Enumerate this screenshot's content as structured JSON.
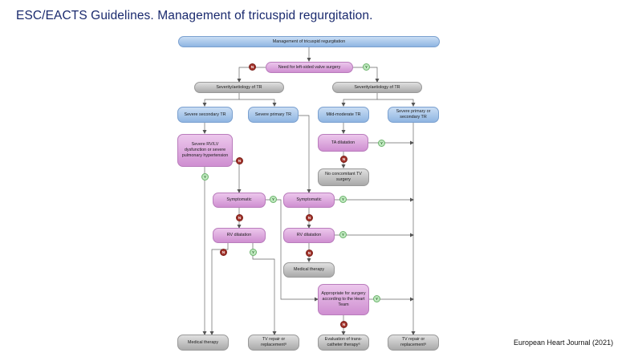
{
  "title": "ESC/EACTS Guidelines.  Management  of tricuspid regurgitation.",
  "source": "European Heart Journal (2021)",
  "badges": {
    "no": "N",
    "yes": "Y"
  },
  "colors": {
    "blue_node": "#8fb5e2",
    "grey_node": "#a9a9a9",
    "pink_node": "#cf8fd1",
    "no_badge": "#a3342c",
    "yes_badge": "#bfe8bf",
    "title": "#1a2a6e"
  },
  "nodes": {
    "management": "Management of tricuspid regurgitation",
    "need_left_surgery": "Need for left-sided valve surgery",
    "severity_left": "Severity/aetiology of TR",
    "severity_right": "Severity/aetiology of TR",
    "severe_secondary": "Severe secondary TR",
    "severe_primary": "Severe primary TR",
    "mild_moderate": "Mild-moderate TR",
    "severe_primary_or_secondary": "Severe primary or secondary TR",
    "severe_rv_lv": "Severe RV/LV dysfunction or severe pulmonary hypertension",
    "ta_dilatation": "TA dilatation",
    "no_concomitant": "No concomitant TV surgery",
    "symptomatic_left": "Symptomatic",
    "symptomatic_right": "Symptomatic",
    "rv_dilatation_left": "RV dilatation",
    "rv_dilatation_right": "RV dilatation",
    "medical_therapy_mid": "Medical therapy",
    "appropriate_surgery": "Appropriate for surgery according to the Heart Team",
    "medical_therapy_bottom": "Medical therapy",
    "tv_repair_left": "TV repair or replacementᵃ",
    "evaluation_transcatheter": "Evaluation of trans-catheter therapyᵃ",
    "tv_repair_right": "TV repair or replacementᵃ"
  }
}
